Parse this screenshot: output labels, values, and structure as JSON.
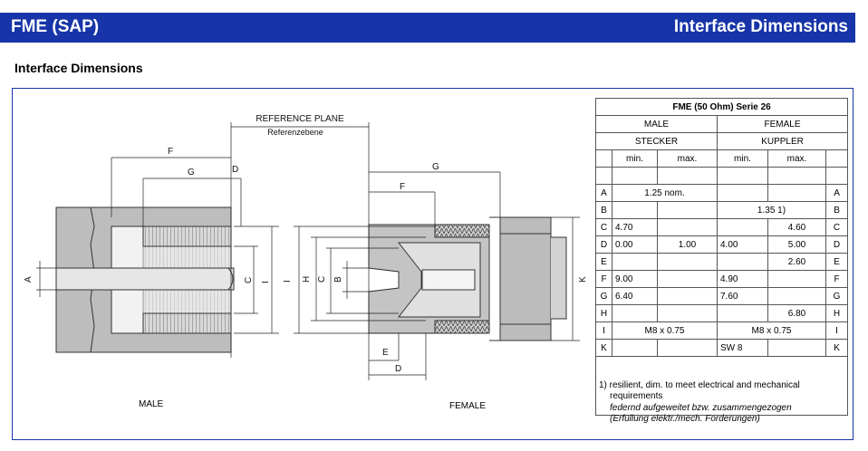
{
  "header": {
    "left": "FME (SAP)",
    "right": "Interface Dimensions"
  },
  "subtitle": "Interface Dimensions",
  "drawing": {
    "reference_plane": "REFERENCE PLANE",
    "reference_plane_de": "Referenzebene",
    "male_label": "MALE",
    "female_label": "FEMALE",
    "dims": {
      "A": "A",
      "B": "B",
      "C": "C",
      "D": "D",
      "E": "E",
      "F": "F",
      "G": "G",
      "H": "H",
      "I": "I",
      "K": "K"
    }
  },
  "table": {
    "title": "FME (50 Ohm) Serie 26",
    "male": "MALE",
    "female": "FEMALE",
    "stecker": "STECKER",
    "kuppler": "KUPPLER",
    "min": "min.",
    "max": "max.",
    "rows": [
      {
        "k": "A",
        "male_span": "1.25 nom.",
        "male_min": "",
        "male_max": "",
        "fem_span": "",
        "fem_min": "",
        "fem_max": ""
      },
      {
        "k": "B",
        "male_span": "",
        "male_min": "",
        "male_max": "",
        "fem_span": "1.35 1)",
        "fem_min": "",
        "fem_max": ""
      },
      {
        "k": "C",
        "male_span": "",
        "male_min": "4.70",
        "male_max": "",
        "fem_span": "",
        "fem_min": "",
        "fem_max": "4.60"
      },
      {
        "k": "D",
        "male_span": "",
        "male_min": "0.00",
        "male_max": "1.00",
        "fem_span": "",
        "fem_min": "4.00",
        "fem_max": "5.00"
      },
      {
        "k": "E",
        "male_span": "",
        "male_min": "",
        "male_max": "",
        "fem_span": "",
        "fem_min": "",
        "fem_max": "2.60"
      },
      {
        "k": "F",
        "male_span": "",
        "male_min": "9.00",
        "male_max": "",
        "fem_span": "",
        "fem_min": "4.90",
        "fem_max": ""
      },
      {
        "k": "G",
        "male_span": "",
        "male_min": "6.40",
        "male_max": "",
        "fem_span": "",
        "fem_min": "7.60",
        "fem_max": ""
      },
      {
        "k": "H",
        "male_span": "",
        "male_min": "",
        "male_max": "",
        "fem_span": "",
        "fem_min": "",
        "fem_max": "6.80"
      },
      {
        "k": "I",
        "male_span": "M8 x 0.75",
        "male_min": "",
        "male_max": "",
        "fem_span": "M8 x 0.75",
        "fem_min": "",
        "fem_max": ""
      },
      {
        "k": "K",
        "male_span": "",
        "male_min": "",
        "male_max": "",
        "fem_span": "",
        "fem_min": "SW 8",
        "fem_max": ""
      }
    ]
  },
  "note": {
    "line1": "1) resilient, dim. to meet electrical and mechanical",
    "line2": "requirements",
    "line3": "federnd aufgeweitet bzw. zusammengezogen",
    "line4": "(Erfüllung elektr./mech. Forderungen)"
  }
}
